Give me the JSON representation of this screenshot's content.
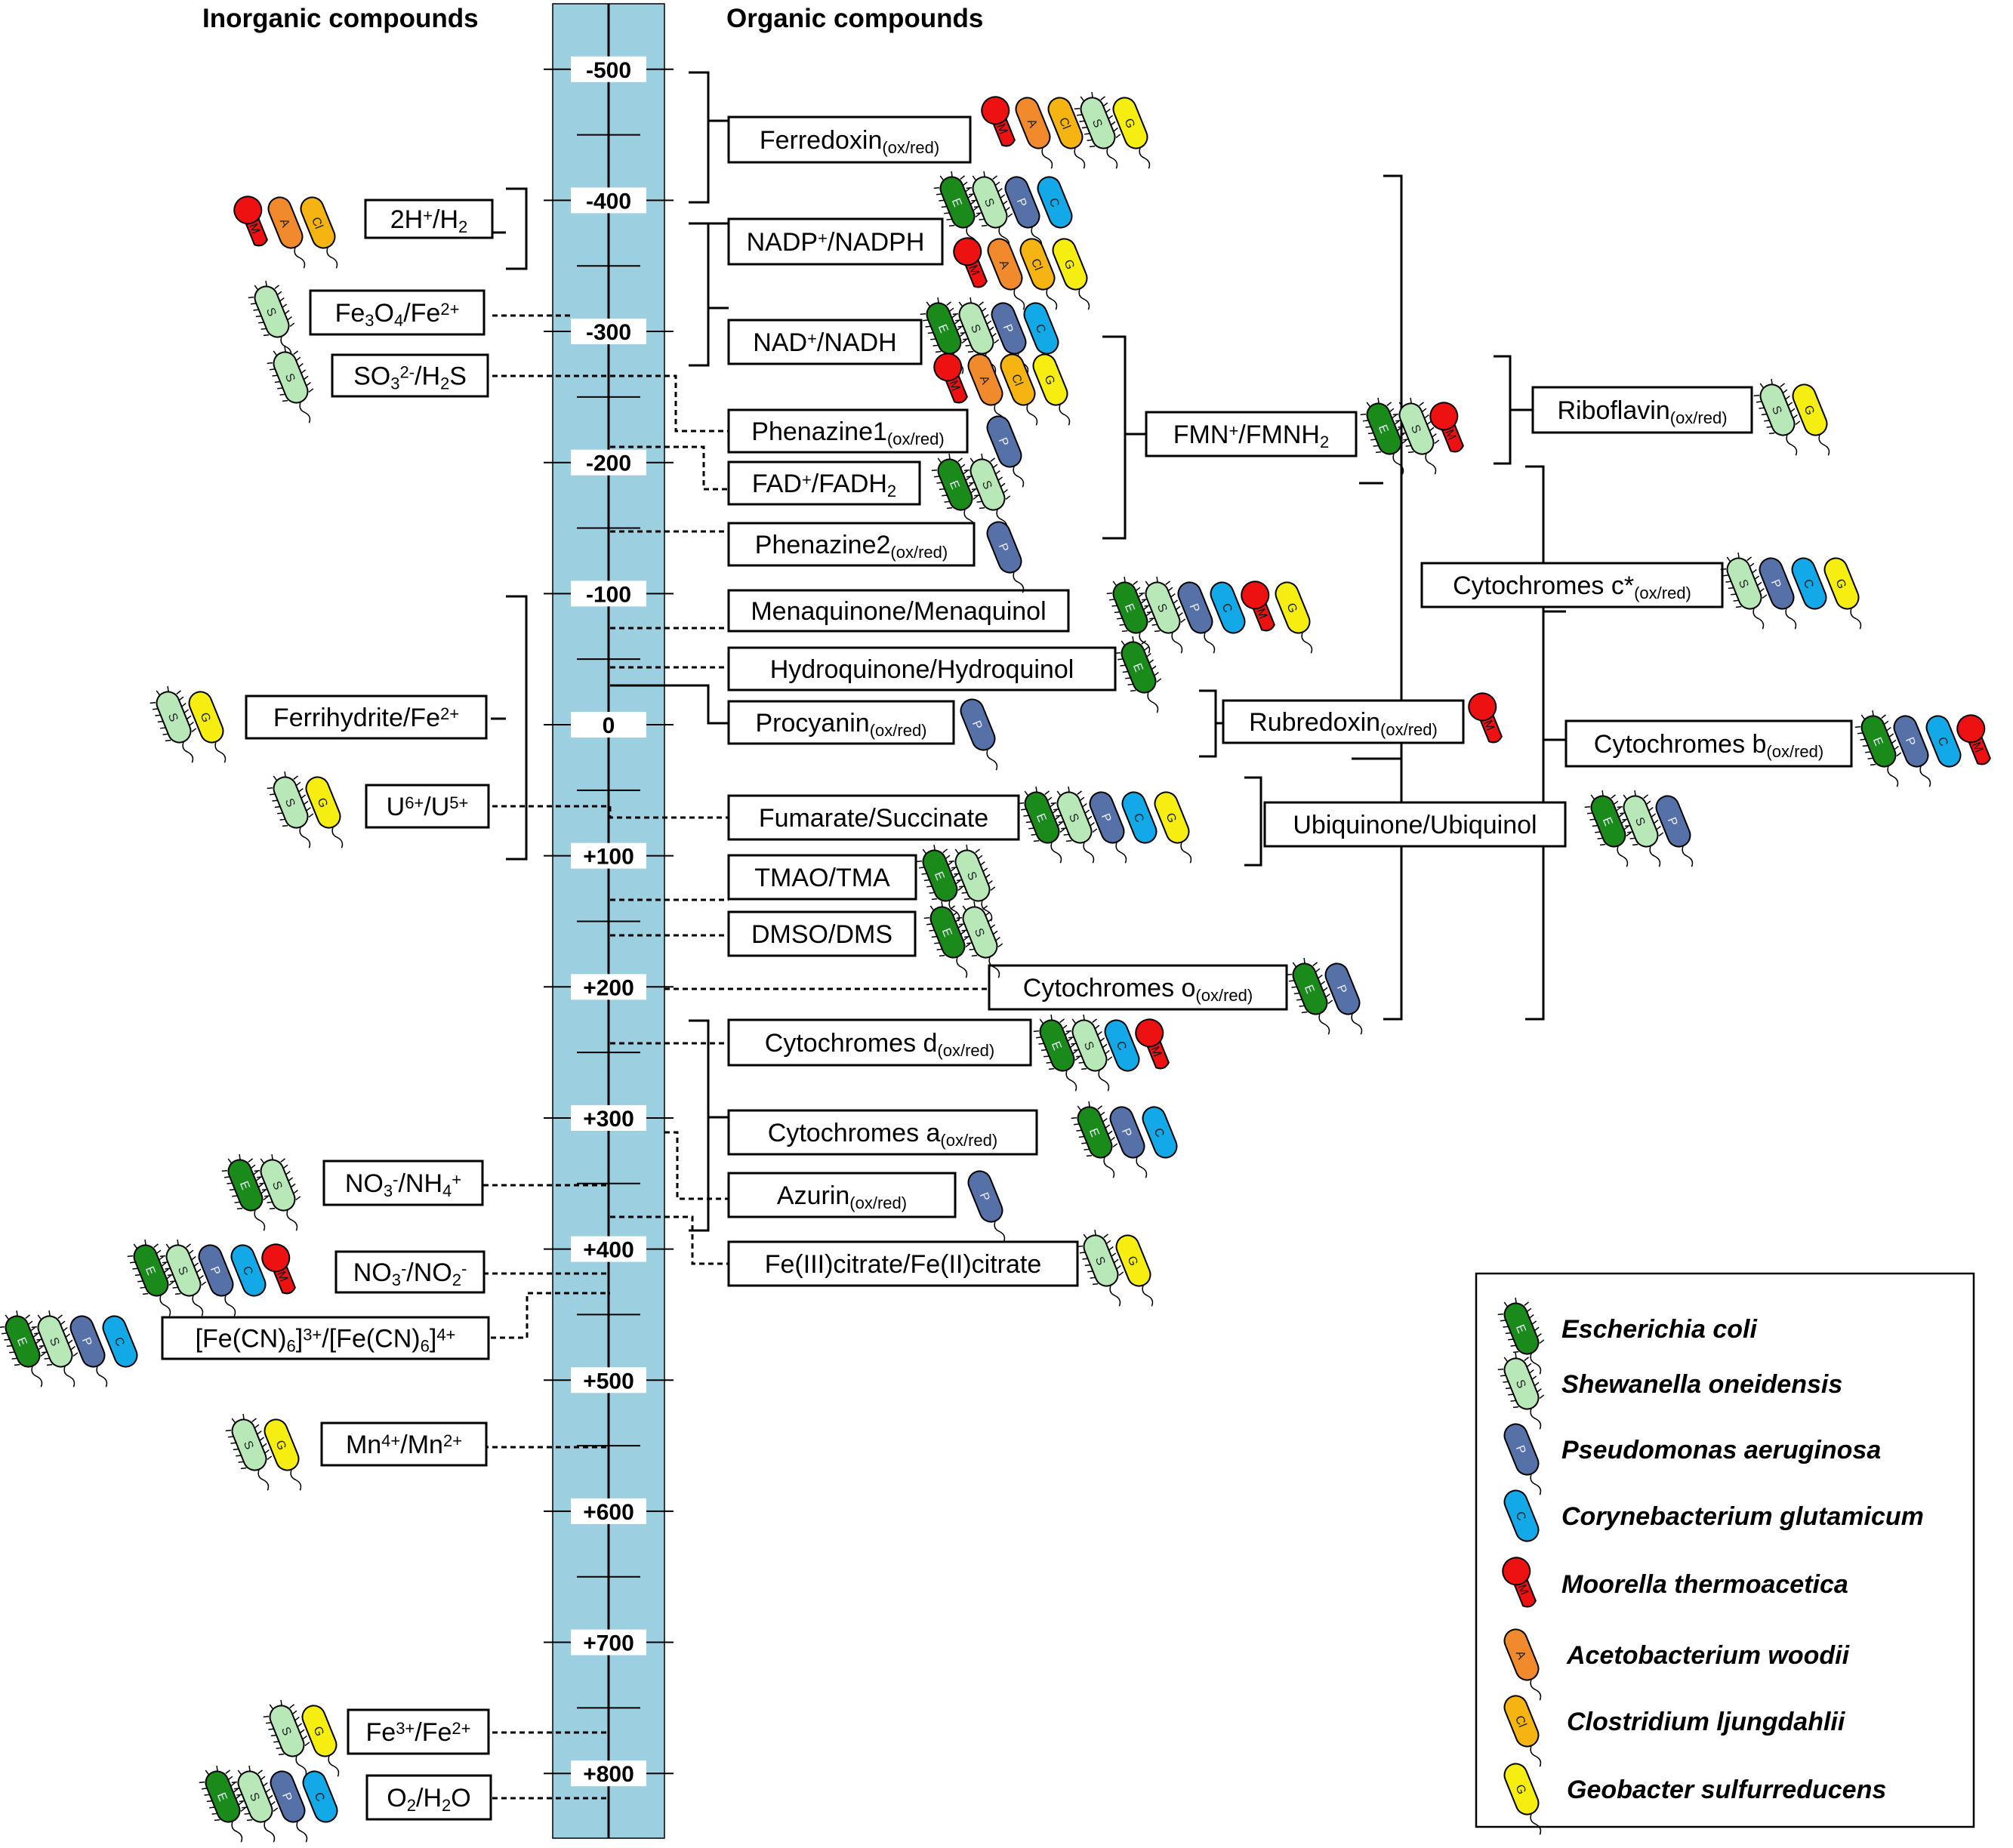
{
  "headers": {
    "inorganic": "Inorganic compounds",
    "organic": "Organic compounds"
  },
  "scale": {
    "ticks": [
      {
        "value": -500,
        "label": "-500"
      },
      {
        "value": -400,
        "label": "-400"
      },
      {
        "value": -300,
        "label": "-300"
      },
      {
        "value": -200,
        "label": "-200"
      },
      {
        "value": -100,
        "label": "-100"
      },
      {
        "value": 0,
        "label": "0"
      },
      {
        "value": 100,
        "label": "+100"
      },
      {
        "value": 200,
        "label": "+200"
      },
      {
        "value": 300,
        "label": "+300"
      },
      {
        "value": 400,
        "label": "+400"
      },
      {
        "value": 500,
        "label": "+500"
      },
      {
        "value": 600,
        "label": "+600"
      },
      {
        "value": 700,
        "label": "+700"
      },
      {
        "value": 800,
        "label": "+800"
      }
    ],
    "range": [
      -550,
      850
    ],
    "bar_color": "#9ccfe0"
  },
  "inorganic_couples": [
    {
      "id": "h2",
      "parts": [
        [
          "2H",
          ""
        ],
        [
          "+",
          "sup"
        ],
        [
          "/H",
          ""
        ],
        [
          "2",
          "sub"
        ]
      ],
      "organisms": [
        "M",
        "A",
        "Cl"
      ]
    },
    {
      "id": "fe3o4",
      "parts": [
        [
          "Fe",
          ""
        ],
        [
          "3",
          "sub"
        ],
        [
          "O",
          ""
        ],
        [
          "4",
          "sub"
        ],
        [
          "/Fe",
          ""
        ],
        [
          "2+",
          "sup"
        ]
      ],
      "organisms": [
        "S"
      ]
    },
    {
      "id": "so3",
      "parts": [
        [
          "SO",
          ""
        ],
        [
          "3",
          "sub"
        ],
        [
          "2-",
          "sup"
        ],
        [
          "/H",
          ""
        ],
        [
          "2",
          "sub"
        ],
        [
          "S",
          ""
        ]
      ],
      "organisms": [
        "S"
      ]
    },
    {
      "id": "ferrihydrite",
      "parts": [
        [
          "Ferrihydrite/Fe",
          ""
        ],
        [
          "2+",
          "sup"
        ]
      ],
      "organisms": [
        "S",
        "G"
      ]
    },
    {
      "id": "uranium",
      "parts": [
        [
          "U",
          ""
        ],
        [
          "6+",
          "sup"
        ],
        [
          "/U",
          ""
        ],
        [
          "5+",
          "sup"
        ]
      ],
      "organisms": [
        "S",
        "G"
      ]
    },
    {
      "id": "no3nh4",
      "parts": [
        [
          "NO",
          ""
        ],
        [
          "3",
          "sub"
        ],
        [
          "-",
          "sup"
        ],
        [
          "/NH",
          ""
        ],
        [
          "4",
          "sub"
        ],
        [
          "+",
          "sup"
        ]
      ],
      "organisms": [
        "E",
        "S"
      ]
    },
    {
      "id": "no3no2",
      "parts": [
        [
          "NO",
          ""
        ],
        [
          "3",
          "sub"
        ],
        [
          "-",
          "sup"
        ],
        [
          "/NO",
          ""
        ],
        [
          "2",
          "sub"
        ],
        [
          "-",
          "sup"
        ]
      ],
      "organisms": [
        "E",
        "S",
        "P",
        "C",
        "M"
      ]
    },
    {
      "id": "ferricyanide",
      "parts": [
        [
          "[Fe(CN)",
          ""
        ],
        [
          "6",
          "sub"
        ],
        [
          "]",
          ""
        ],
        [
          "3+",
          "sup"
        ],
        [
          "/[Fe(CN)",
          ""
        ],
        [
          "6",
          "sub"
        ],
        [
          "]",
          ""
        ],
        [
          "4+",
          "sup"
        ]
      ],
      "organisms": [
        "E",
        "S",
        "P",
        "C"
      ]
    },
    {
      "id": "mn",
      "parts": [
        [
          "Mn",
          ""
        ],
        [
          "4+",
          "sup"
        ],
        [
          "/Mn",
          ""
        ],
        [
          "2+",
          "sup"
        ]
      ],
      "organisms": [
        "S",
        "G"
      ]
    },
    {
      "id": "fe3fe2",
      "parts": [
        [
          "Fe",
          ""
        ],
        [
          "3+",
          "sup"
        ],
        [
          "/Fe",
          ""
        ],
        [
          "2+",
          "sup"
        ]
      ],
      "organisms": [
        "S",
        "G"
      ]
    },
    {
      "id": "o2",
      "parts": [
        [
          "O",
          ""
        ],
        [
          "2",
          "sub"
        ],
        [
          "/H",
          ""
        ],
        [
          "2",
          "sub"
        ],
        [
          "O",
          ""
        ]
      ],
      "organisms": [
        "E",
        "S",
        "P",
        "C"
      ]
    }
  ],
  "organic_couples": [
    {
      "id": "ferredoxin",
      "parts": [
        [
          "Ferredoxin",
          ""
        ],
        [
          "(ox/red)",
          "sub"
        ]
      ],
      "organisms": [
        "M",
        "A",
        "Cl",
        "S",
        "G"
      ]
    },
    {
      "id": "nadp",
      "parts": [
        [
          "NADP",
          ""
        ],
        [
          "+",
          "sup"
        ],
        [
          "/NADPH",
          ""
        ]
      ],
      "organisms": [
        "E",
        "S",
        "P",
        "C"
      ],
      "organisms2": [
        "M",
        "A",
        "Cl",
        "G"
      ]
    },
    {
      "id": "nad",
      "parts": [
        [
          "NAD",
          ""
        ],
        [
          "+",
          "sup"
        ],
        [
          "/NADH",
          ""
        ]
      ],
      "organisms": [
        "E",
        "S",
        "P",
        "C"
      ],
      "organisms2": [
        "M",
        "A",
        "Cl",
        "G"
      ]
    },
    {
      "id": "phenazine1",
      "parts": [
        [
          "Phenazine1",
          ""
        ],
        [
          "(ox/red)",
          "sub"
        ]
      ],
      "organisms": [
        "P"
      ]
    },
    {
      "id": "fad",
      "parts": [
        [
          "FAD",
          ""
        ],
        [
          "+",
          "sup"
        ],
        [
          "/FADH",
          ""
        ],
        [
          "2",
          "sub"
        ]
      ],
      "organisms": [
        "E",
        "S"
      ]
    },
    {
      "id": "phenazine2",
      "parts": [
        [
          "Phenazine2",
          ""
        ],
        [
          "(ox/red)",
          "sub"
        ]
      ],
      "organisms": [
        "P"
      ]
    },
    {
      "id": "menaquinone",
      "parts": [
        [
          "Menaquinone/Menaquinol",
          ""
        ]
      ],
      "organisms": [
        "E",
        "S",
        "P",
        "C",
        "M",
        "G"
      ]
    },
    {
      "id": "hydroquinone",
      "parts": [
        [
          "Hydroquinone/Hydroquinol",
          ""
        ]
      ],
      "organisms": [
        "E"
      ]
    },
    {
      "id": "procyanin",
      "parts": [
        [
          "Procyanin",
          ""
        ],
        [
          "(ox/red)",
          "sub"
        ]
      ],
      "organisms": [
        "P"
      ]
    },
    {
      "id": "fumarate",
      "parts": [
        [
          "Fumarate/Succinate",
          ""
        ]
      ],
      "organisms": [
        "E",
        "S",
        "P",
        "C",
        "G"
      ]
    },
    {
      "id": "tmao",
      "parts": [
        [
          "TMAO/TMA",
          ""
        ]
      ],
      "organisms": [
        "E",
        "S"
      ]
    },
    {
      "id": "dmso",
      "parts": [
        [
          "DMSO/DMS",
          ""
        ]
      ],
      "organisms": [
        "E",
        "S"
      ]
    },
    {
      "id": "cyto",
      "parts": [
        [
          "Cytochromes o",
          ""
        ],
        [
          "(ox/red)",
          "sub"
        ]
      ],
      "organisms": [
        "E",
        "P"
      ]
    },
    {
      "id": "cytd",
      "parts": [
        [
          "Cytochromes d",
          ""
        ],
        [
          "(ox/red)",
          "sub"
        ]
      ],
      "organisms": [
        "E",
        "S",
        "C",
        "M"
      ]
    },
    {
      "id": "cyta",
      "parts": [
        [
          "Cytochromes a",
          ""
        ],
        [
          "(ox/red)",
          "sub"
        ]
      ],
      "organisms": [
        "E",
        "P",
        "C"
      ]
    },
    {
      "id": "azurin",
      "parts": [
        [
          "Azurin",
          ""
        ],
        [
          "(ox/red)",
          "sub"
        ]
      ],
      "organisms": [
        "P"
      ]
    },
    {
      "id": "fecitrate",
      "parts": [
        [
          "Fe(III)citrate/Fe(II)citrate",
          ""
        ]
      ],
      "organisms": [
        "S",
        "G"
      ]
    },
    {
      "id": "fmn",
      "parts": [
        [
          "FMN",
          ""
        ],
        [
          "+",
          "sup"
        ],
        [
          "/FMNH",
          ""
        ],
        [
          "2",
          "sub"
        ]
      ],
      "organisms": [
        "E",
        "S",
        "M"
      ]
    },
    {
      "id": "riboflavin",
      "parts": [
        [
          "Riboflavin",
          ""
        ],
        [
          "(ox/red)",
          "sub"
        ]
      ],
      "organisms": [
        "S",
        "G"
      ]
    },
    {
      "id": "cytc",
      "parts": [
        [
          "Cytochromes c*",
          ""
        ],
        [
          "(ox/red)",
          "sub"
        ]
      ],
      "organisms": [
        "S",
        "P",
        "C",
        "G"
      ]
    },
    {
      "id": "rubredoxin",
      "parts": [
        [
          "Rubredoxin",
          ""
        ],
        [
          "(ox/red)",
          "sub"
        ]
      ],
      "organisms": [
        "M"
      ]
    },
    {
      "id": "cytb",
      "parts": [
        [
          "Cytochromes b",
          ""
        ],
        [
          "(ox/red)",
          "sub"
        ]
      ],
      "organisms": [
        "E",
        "P",
        "C",
        "M"
      ]
    },
    {
      "id": "ubiquinone",
      "parts": [
        [
          "Ubiquinone/Ubiquinol",
          ""
        ]
      ],
      "organisms": [
        "E",
        "S",
        "P"
      ]
    }
  ],
  "organisms": {
    "E": {
      "letter": "E",
      "name": "Escherichia coli",
      "color": "#1a8a1a",
      "shape": "rod-ciliated"
    },
    "S": {
      "letter": "S",
      "name": "Shewanella oneidensis",
      "color": "#b8e8b8",
      "shape": "rod-ciliated"
    },
    "P": {
      "letter": "P",
      "name": "Pseudomonas aeruginosa",
      "color": "#5670a8",
      "shape": "rod-flagellum"
    },
    "C": {
      "letter": "C",
      "name": "Corynebacterium glutamicum",
      "color": "#13a8e8",
      "shape": "rod"
    },
    "M": {
      "letter": "M",
      "name": "Moorella thermoacetica",
      "color": "#ee1111",
      "shape": "club"
    },
    "A": {
      "letter": "A",
      "name": "Acetobacterium woodii",
      "color": "#f08a2c",
      "shape": "rod-flagellum"
    },
    "Cl": {
      "letter": "Cl",
      "name": "Clostridium ljungdahlii",
      "color": "#f5b411",
      "shape": "rod-flagellum"
    },
    "G": {
      "letter": "G",
      "name": "Geobacter sulfurreducens",
      "color": "#f7ee11",
      "shape": "rod-flagellum"
    }
  },
  "legend_order": [
    "E",
    "S",
    "P",
    "C",
    "M",
    "A",
    "Cl",
    "G"
  ]
}
